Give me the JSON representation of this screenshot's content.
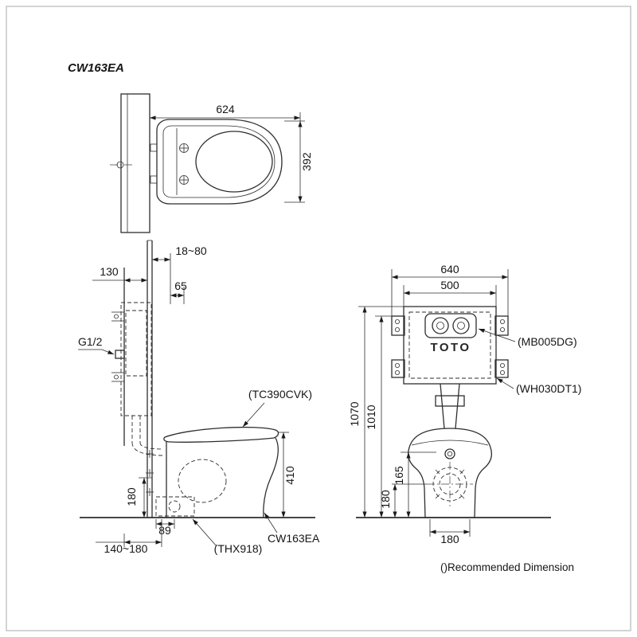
{
  "meta": {
    "drawing_title": "CW163EA",
    "footnote": "()Recommended Dimension"
  },
  "top_view": {
    "dim_width": "624",
    "dim_depth": "392"
  },
  "side_view": {
    "dim_wall_thickness": "18~80",
    "dim_frame_depth": "130",
    "dim_offset": "65",
    "label_supply": "G1/2",
    "label_seat": "(TC390CVK)",
    "dim_bowl_height": "410",
    "dim_outlet_height": "180",
    "dim_outlet_setback": "89",
    "dim_outlet_range": "140~180",
    "label_hose": "(THX918)",
    "label_model": "CW163EA"
  },
  "front_view": {
    "dim_frame_width": "640",
    "dim_tank_width": "500",
    "brand_logo": "TOTO",
    "label_push_plate": "(MB005DG)",
    "label_tank": "(WH030DT1)",
    "dim_frame_height": "1070",
    "dim_tank_height": "1010",
    "dim_supply_height": "165",
    "dim_drain_height": "180",
    "dim_drain_width": "180"
  }
}
